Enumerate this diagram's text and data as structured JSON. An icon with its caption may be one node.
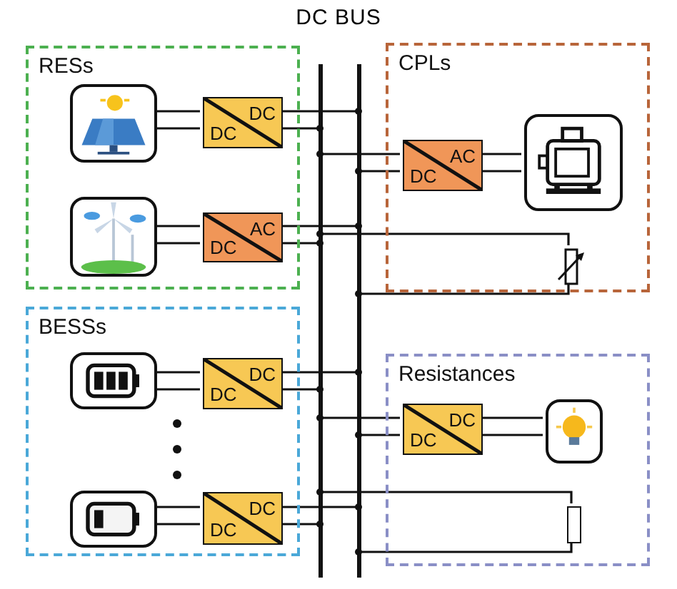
{
  "diagram": {
    "title": "DC BUS",
    "nodes": [
      {
        "text": [
          "RESs"
        ]
      },
      {
        "text": [],
        "shape": "picture",
        "in": 0
      },
      {
        "text": [
          "DC",
          "DC"
        ],
        "in": 0
      },
      {
        "text": [],
        "shape": "picture",
        "in": 0
      },
      {
        "text": [
          "AC",
          "DC"
        ],
        "in": 0
      },
      {
        "text": [
          "BESSs"
        ]
      },
      {
        "text": [],
        "shape": "picture",
        "in": 5
      },
      {
        "text": [
          "DC",
          "DC"
        ],
        "in": 5
      },
      {
        "text": [],
        "shape": "picture",
        "in": 5
      },
      {
        "text": [
          "DC",
          "DC"
        ],
        "in": 5
      },
      {
        "text": [
          "CPLs"
        ]
      },
      {
        "text": [
          "AC",
          "DC"
        ],
        "in": 10
      },
      {
        "text": [],
        "shape": "picture",
        "in": 10
      },
      {
        "text": [],
        "shape": "box",
        "in": 10
      },
      {
        "text": [
          "Resistances"
        ]
      },
      {
        "text": [
          "DC",
          "DC"
        ],
        "in": 14
      },
      {
        "text": [],
        "shape": "picture",
        "in": 14
      },
      {
        "text": [],
        "shape": "box",
        "in": 14
      },
      {
        "text": [],
        "shape": "bar"
      }
    ],
    "edges": [
      {
        "from": 1,
        "to": 2,
        "arrow": "none"
      },
      {
        "from": 2,
        "to": 18,
        "arrow": "other"
      },
      {
        "from": 3,
        "to": 4,
        "arrow": "none"
      },
      {
        "from": 4,
        "to": 18,
        "arrow": "other"
      },
      {
        "from": 6,
        "to": 7,
        "arrow": "none"
      },
      {
        "from": 7,
        "to": 18,
        "arrow": "other"
      },
      {
        "from": 8,
        "to": 9,
        "arrow": "none"
      },
      {
        "from": 9,
        "to": 18,
        "arrow": "other"
      },
      {
        "from": 18,
        "to": 11,
        "arrow": "other"
      },
      {
        "from": 11,
        "to": 12,
        "arrow": "none"
      },
      {
        "from": 18,
        "to": 13,
        "arrow": "other"
      },
      {
        "from": 13,
        "to": 18,
        "arrow": "other"
      },
      {
        "from": 18,
        "to": 15,
        "arrow": "other"
      },
      {
        "from": 15,
        "to": 16,
        "arrow": "none"
      },
      {
        "from": 18,
        "to": 17,
        "arrow": "other"
      },
      {
        "from": 17,
        "to": 18,
        "arrow": "other"
      }
    ]
  }
}
